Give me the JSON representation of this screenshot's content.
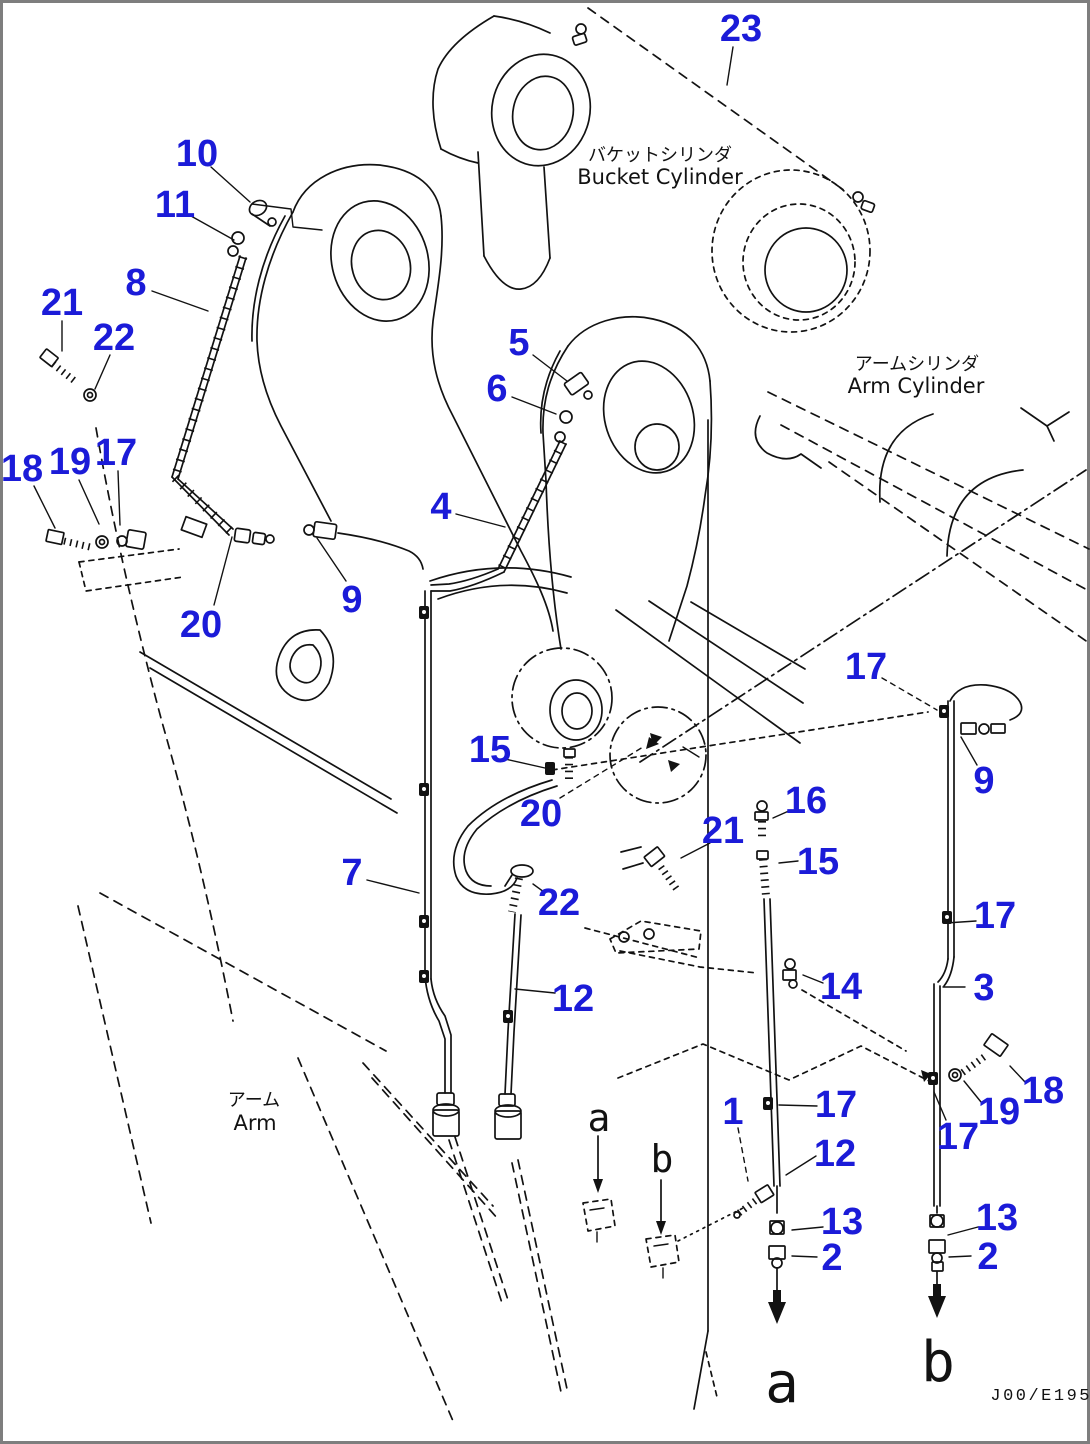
{
  "colors": {
    "callout": "#1b1bd8",
    "line": "#121212",
    "bg": "#ffffff",
    "border": "#7e7e7e"
  },
  "callouts": [
    "23",
    "10",
    "11",
    "8",
    "21",
    "22",
    "5",
    "6",
    "18",
    "19",
    "17",
    "4",
    "20",
    "9",
    "15",
    "20",
    "21",
    "16",
    "15",
    "17",
    "9",
    "7",
    "22",
    "12",
    "14",
    "3",
    "17",
    "1",
    "17",
    "18",
    "19",
    "17",
    "12",
    "13",
    "2",
    "13",
    "2"
  ],
  "annotations": {
    "bucket_cylinder_jp": "バケットシリンダ",
    "bucket_cylinder_en": "Bucket Cylinder",
    "arm_cylinder_jp": "アームシリンダ",
    "arm_cylinder_en": "Arm Cylinder",
    "arm_jp": "アーム",
    "arm_en": "Arm",
    "drawing_code": "J00/E195"
  },
  "letters": {
    "small_a": "a",
    "small_b": "b",
    "big_a": "a",
    "big_b": "b"
  }
}
